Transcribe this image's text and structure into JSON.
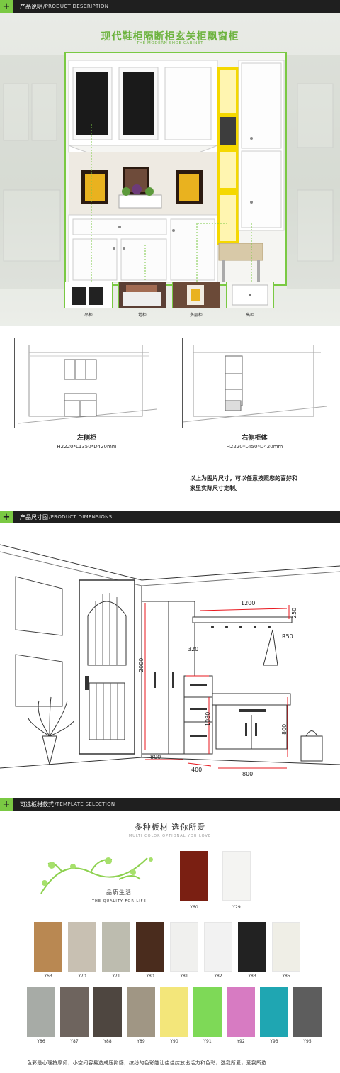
{
  "sections": {
    "description": {
      "cn": "产品说明",
      "en": "/PRODUCT DESCRIPTION"
    },
    "dimensions": {
      "cn": "产品尺寸图",
      "en": "/PRODUCT DIMENSIONS"
    },
    "template": {
      "cn": "可选板材款式",
      "en": "/TEMPLATE SELECTION"
    }
  },
  "hero": {
    "title": "现代鞋柜隔断柜玄关柜飘窗柜",
    "subtitle": "THE MODERN SHOE CABINET",
    "thumbs": [
      {
        "label": "吊柜"
      },
      {
        "label": "地柜"
      },
      {
        "label": "多层柜"
      },
      {
        "label": "高柜"
      }
    ]
  },
  "sketches": {
    "left": {
      "title": "左侧柜",
      "dims": "H2220*L1350*D420mm"
    },
    "right": {
      "title": "右侧柜体",
      "dims": "H2220*L450*D420mm"
    },
    "note_line1": "以上为图片尺寸，可以任意按照您的喜好和",
    "note_line2": "家里实际尺寸定制。"
  },
  "dimensions": {
    "labels": [
      "1200",
      "250",
      "R50",
      "320",
      "2000",
      "1080",
      "800",
      "800",
      "400",
      "800"
    ]
  },
  "template": {
    "heading": "多种板材 选你所爱",
    "subheading": "MULTI COLOR OPTIONAL YOU LOVE",
    "quality_cn": "品质生活",
    "quality_en": "THE QUALITY FOR LIFE",
    "swatches": [
      {
        "code": "Y60",
        "color": "#7a1f12"
      },
      {
        "code": "Y29",
        "color": "#f4f4f2"
      },
      {
        "code": "Y63",
        "color": "#b98852"
      },
      {
        "code": "Y70",
        "color": "#c8c0b2"
      },
      {
        "code": "Y71",
        "color": "#bdbcaf"
      },
      {
        "code": "Y80",
        "color": "#4a2c1d"
      },
      {
        "code": "Y81",
        "color": "#f0f0ee"
      },
      {
        "code": "Y82",
        "color": "#f2f2f2"
      },
      {
        "code": "Y83",
        "color": "#222222"
      },
      {
        "code": "Y85",
        "color": "#efeee6"
      },
      {
        "code": "Y86",
        "color": "#a7aba6"
      },
      {
        "code": "Y87",
        "color": "#6e645e"
      },
      {
        "code": "Y88",
        "color": "#4e4640"
      },
      {
        "code": "Y89",
        "color": "#a09684"
      },
      {
        "code": "Y90",
        "color": "#f3e67a"
      },
      {
        "code": "Y91",
        "color": "#7ed957"
      },
      {
        "code": "Y92",
        "color": "#d77bc2"
      },
      {
        "code": "Y93",
        "color": "#1fa6b2"
      },
      {
        "code": "Y95",
        "color": "#5d5d5d"
      }
    ],
    "footer": "色彩是心理按摩师，小空间容易造成压抑感，缤纷的色彩能让佳佳绽放出活力和色彩，选我所爱，爱我所选"
  },
  "colors": {
    "accent": "#7ac943",
    "bar": "#1f1f1f"
  }
}
